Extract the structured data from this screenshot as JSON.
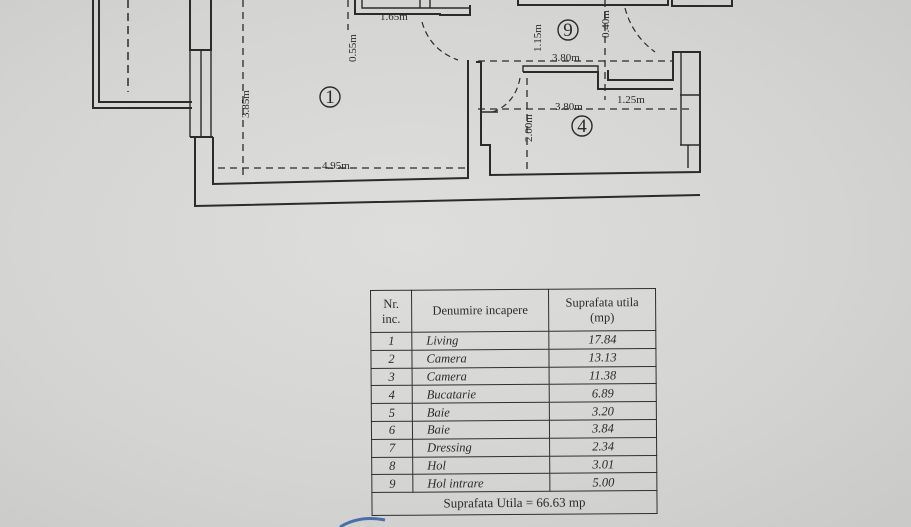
{
  "plan": {
    "room_numbers": {
      "living": "1",
      "hall": "9",
      "kitchen": "4"
    },
    "dimensions": {
      "d1": "1.65m",
      "d2": "0.55m",
      "d3": "3.85m",
      "d4": "4.95m",
      "d5": "1.15m",
      "d6": "0.40m",
      "d7": "3.80m",
      "d8": "3.80m",
      "d9": "1.25m",
      "d10": "2.00m"
    }
  },
  "table": {
    "headers": {
      "nr": "Nr. inc.",
      "name": "Denumire incapere",
      "area": "Suprafata utila (mp)"
    },
    "rows": [
      {
        "nr": "1",
        "name": "Living",
        "area": "17.84"
      },
      {
        "nr": "2",
        "name": "Camera",
        "area": "13.13"
      },
      {
        "nr": "3",
        "name": "Camera",
        "area": "11.38"
      },
      {
        "nr": "4",
        "name": "Bucatarie",
        "area": "6.89"
      },
      {
        "nr": "5",
        "name": "Baie",
        "area": "3.20"
      },
      {
        "nr": "6",
        "name": "Baie",
        "area": "3.84"
      },
      {
        "nr": "7",
        "name": "Dressing",
        "area": "2.34"
      },
      {
        "nr": "8",
        "name": "Hol",
        "area": "3.01"
      },
      {
        "nr": "9",
        "name": "Hol intrare",
        "area": "5.00"
      }
    ],
    "total": "Suprafata  Utila = 66.63 mp"
  }
}
